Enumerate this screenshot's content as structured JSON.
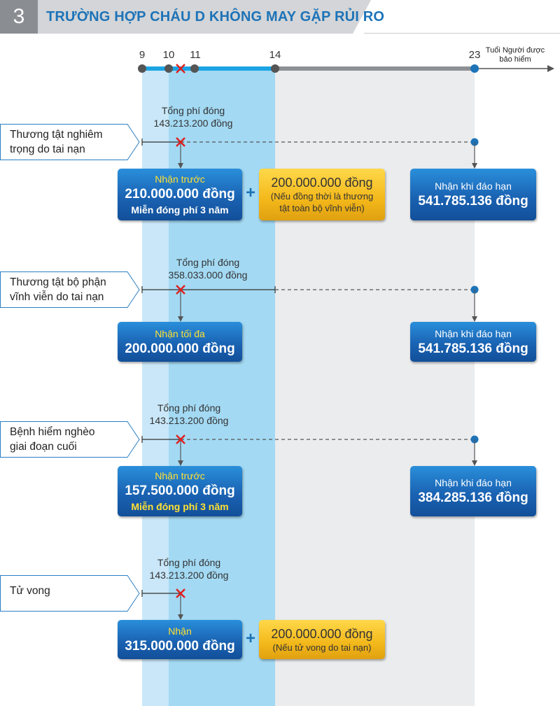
{
  "header": {
    "number": "3",
    "title": "TRƯỜNG HỢP CHÁU D KHÔNG MAY GẶP RỦI RO"
  },
  "timeline": {
    "ages": [
      "9",
      "10",
      "11",
      "14",
      "23"
    ],
    "axis_caption_1": "Tuổi Người được",
    "axis_caption_2": "bảo hiểm"
  },
  "cases": [
    {
      "label_1": "Thương tật nghiêm",
      "label_2": "trọng do tai nạn",
      "premium_1": "Tổng phí đóng",
      "premium_2": "143.213.200 đồng",
      "left_1": "Nhận trước",
      "left_2": "210.000.000 đồng",
      "left_3": "Miễn đóng phí 3 năm",
      "gold_1": "200.000.000 đồng",
      "gold_2": "(Nếu đồng thời là thương",
      "gold_3": "tật toàn bộ vĩnh viễn)",
      "right_1": "Nhận khi đáo hạn",
      "right_2": "541.785.136 đồng"
    },
    {
      "label_1": "Thương tật bộ phận",
      "label_2": "vĩnh viễn do tai nạn",
      "premium_1": "Tổng phí đóng",
      "premium_2": "358.033.000 đồng",
      "left_1": "Nhận tối đa",
      "left_2": "200.000.000 đồng",
      "right_1": "Nhận khi đáo hạn",
      "right_2": "541.785.136 đồng"
    },
    {
      "label_1": "Bệnh hiểm nghèo",
      "label_2": "giai đoạn cuối",
      "premium_1": "Tổng phí đóng",
      "premium_2": "143.213.200 đồng",
      "left_1": "Nhận trước",
      "left_2": "157.500.000 đồng",
      "left_3": "Miễn đóng phí 3 năm",
      "right_1": "Nhận khi đáo hạn",
      "right_2": "384.285.136 đồng"
    },
    {
      "label_1": "Tử vong",
      "premium_1": "Tổng phí đóng",
      "premium_2": "143.213.200 đồng",
      "left_1": "Nhận",
      "left_2": "315.000.000 đồng",
      "gold_1": "200.000.000 đồng",
      "gold_2": "(Nếu tử vong do tai nạn)"
    }
  ],
  "plus_sign": "+",
  "colors": {
    "blue": "#1d73b8",
    "light_band": "#a3d9f3",
    "gray_band": "#ebecee",
    "gold": "#f3b81a",
    "red_x": "#e02020"
  }
}
